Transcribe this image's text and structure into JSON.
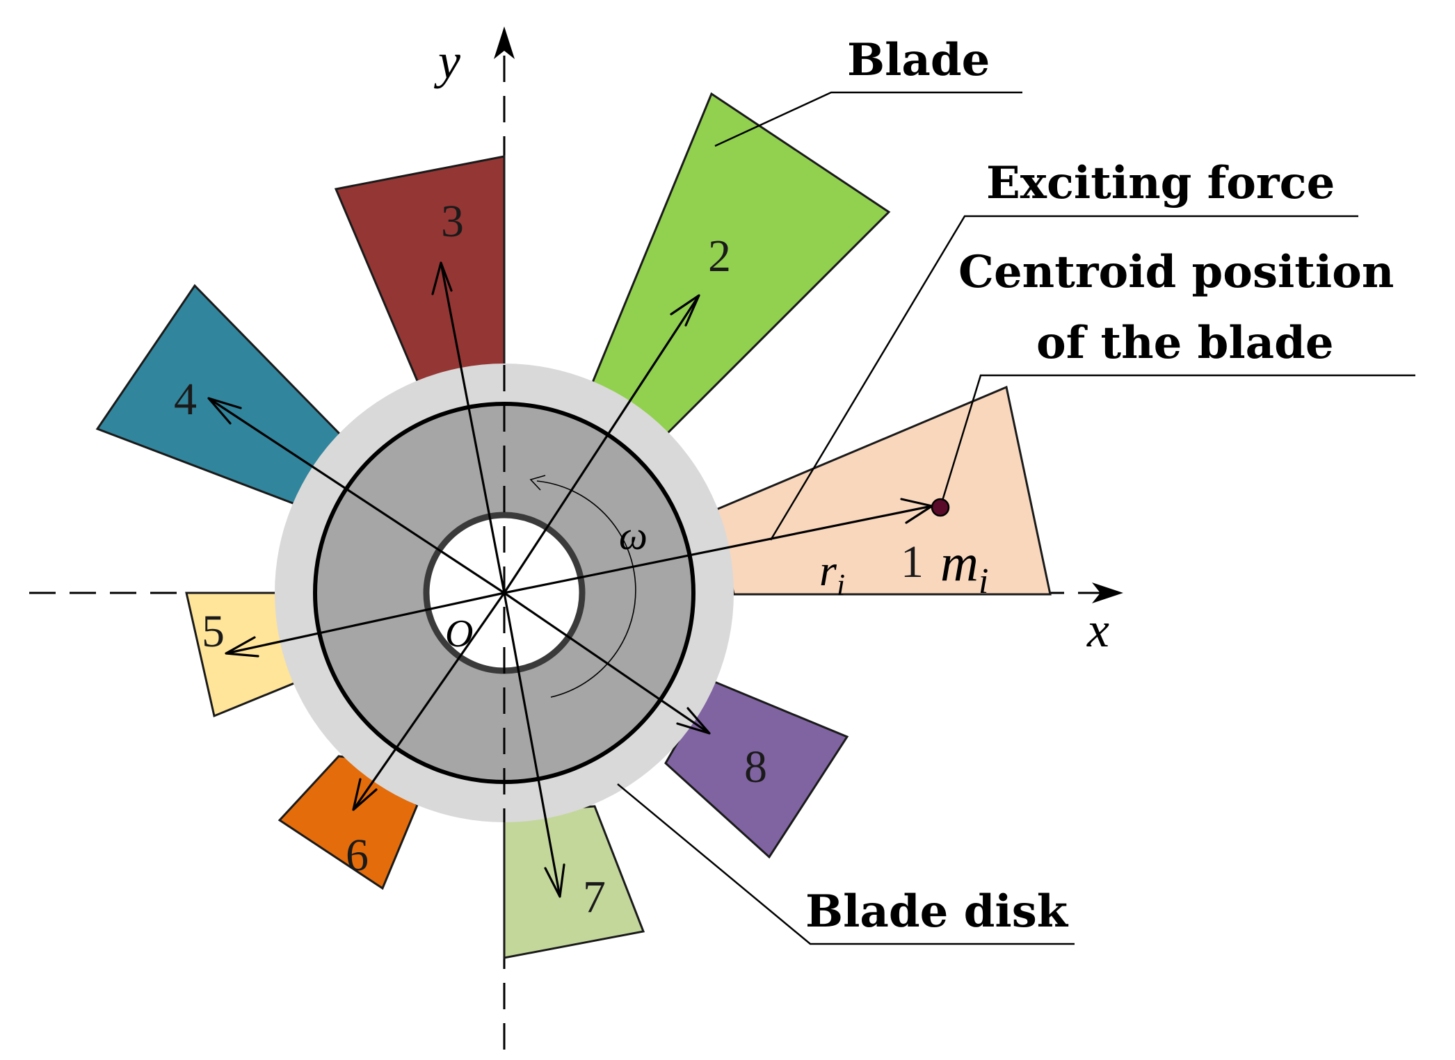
{
  "callouts": {
    "blade": "Blade",
    "exciting_force": "Exciting force",
    "centroid_line1": "Centroid position",
    "centroid_line2": "of the blade",
    "blade_disk": "Blade disk"
  },
  "axes": {
    "x": "x",
    "y": "y",
    "origin": "O"
  },
  "symbols": {
    "omega": "ω",
    "r": "r",
    "m": "m",
    "subscript": "i"
  },
  "blades": [
    {
      "label": "1",
      "color": "#f9d7bd"
    },
    {
      "label": "2",
      "color": "#92d050"
    },
    {
      "label": "3",
      "color": "#943634"
    },
    {
      "label": "4",
      "color": "#31859c"
    },
    {
      "label": "5",
      "color": "#ffe599"
    },
    {
      "label": "6",
      "color": "#e46c0a"
    },
    {
      "label": "7",
      "color": "#c4d79b"
    },
    {
      "label": "8",
      "color": "#8064a2"
    }
  ],
  "colors": {
    "disk_outer": "#d9d9d9",
    "disk_inner": "#a6a6a6",
    "centroid_dot": "#5a0b2a"
  }
}
